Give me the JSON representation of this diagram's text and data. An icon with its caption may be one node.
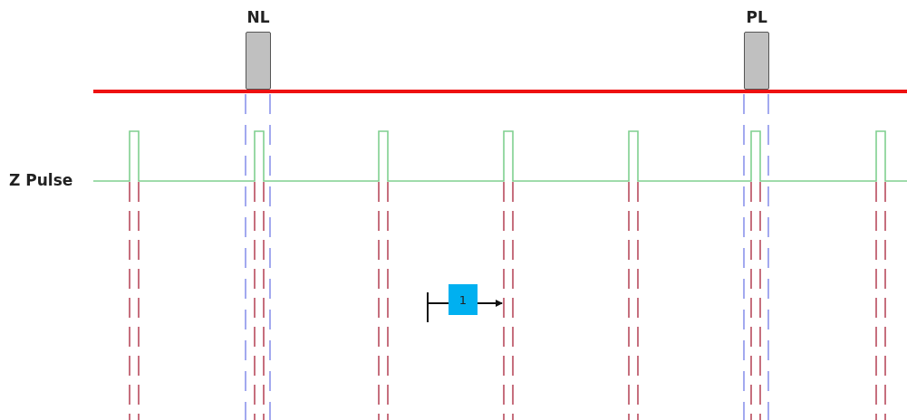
{
  "diagram": {
    "nodes": [
      {
        "text": [
          "NL"
        ]
      },
      {
        "text": [
          "PL"
        ]
      },
      {
        "text": [
          "1"
        ]
      }
    ],
    "edges": [
      {
        "from": null,
        "to": 2,
        "arrow": "none"
      },
      {
        "from": 2,
        "to": null,
        "arrow": "to"
      }
    ],
    "labels": [
      "Z Pulse"
    ]
  }
}
